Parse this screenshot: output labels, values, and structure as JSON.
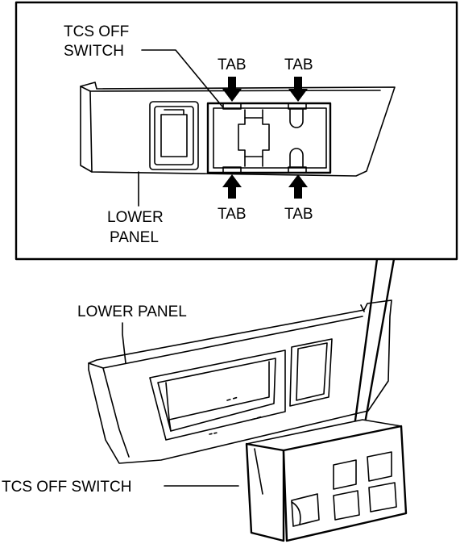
{
  "labels": {
    "tcs_off_switch_top_line1": "TCS OFF",
    "tcs_off_switch_top_line2": "SWITCH",
    "tab_top_left": "TAB",
    "tab_top_right": "TAB",
    "tab_bottom_left": "TAB",
    "tab_bottom_right": "TAB",
    "lower_panel_detail_line1": "LOWER",
    "lower_panel_detail_line2": "PANEL",
    "lower_panel_main": "LOWER PANEL",
    "tcs_off_switch_main": "TCS OFF SWITCH"
  },
  "colors": {
    "line": "#000000",
    "background": "#ffffff"
  }
}
